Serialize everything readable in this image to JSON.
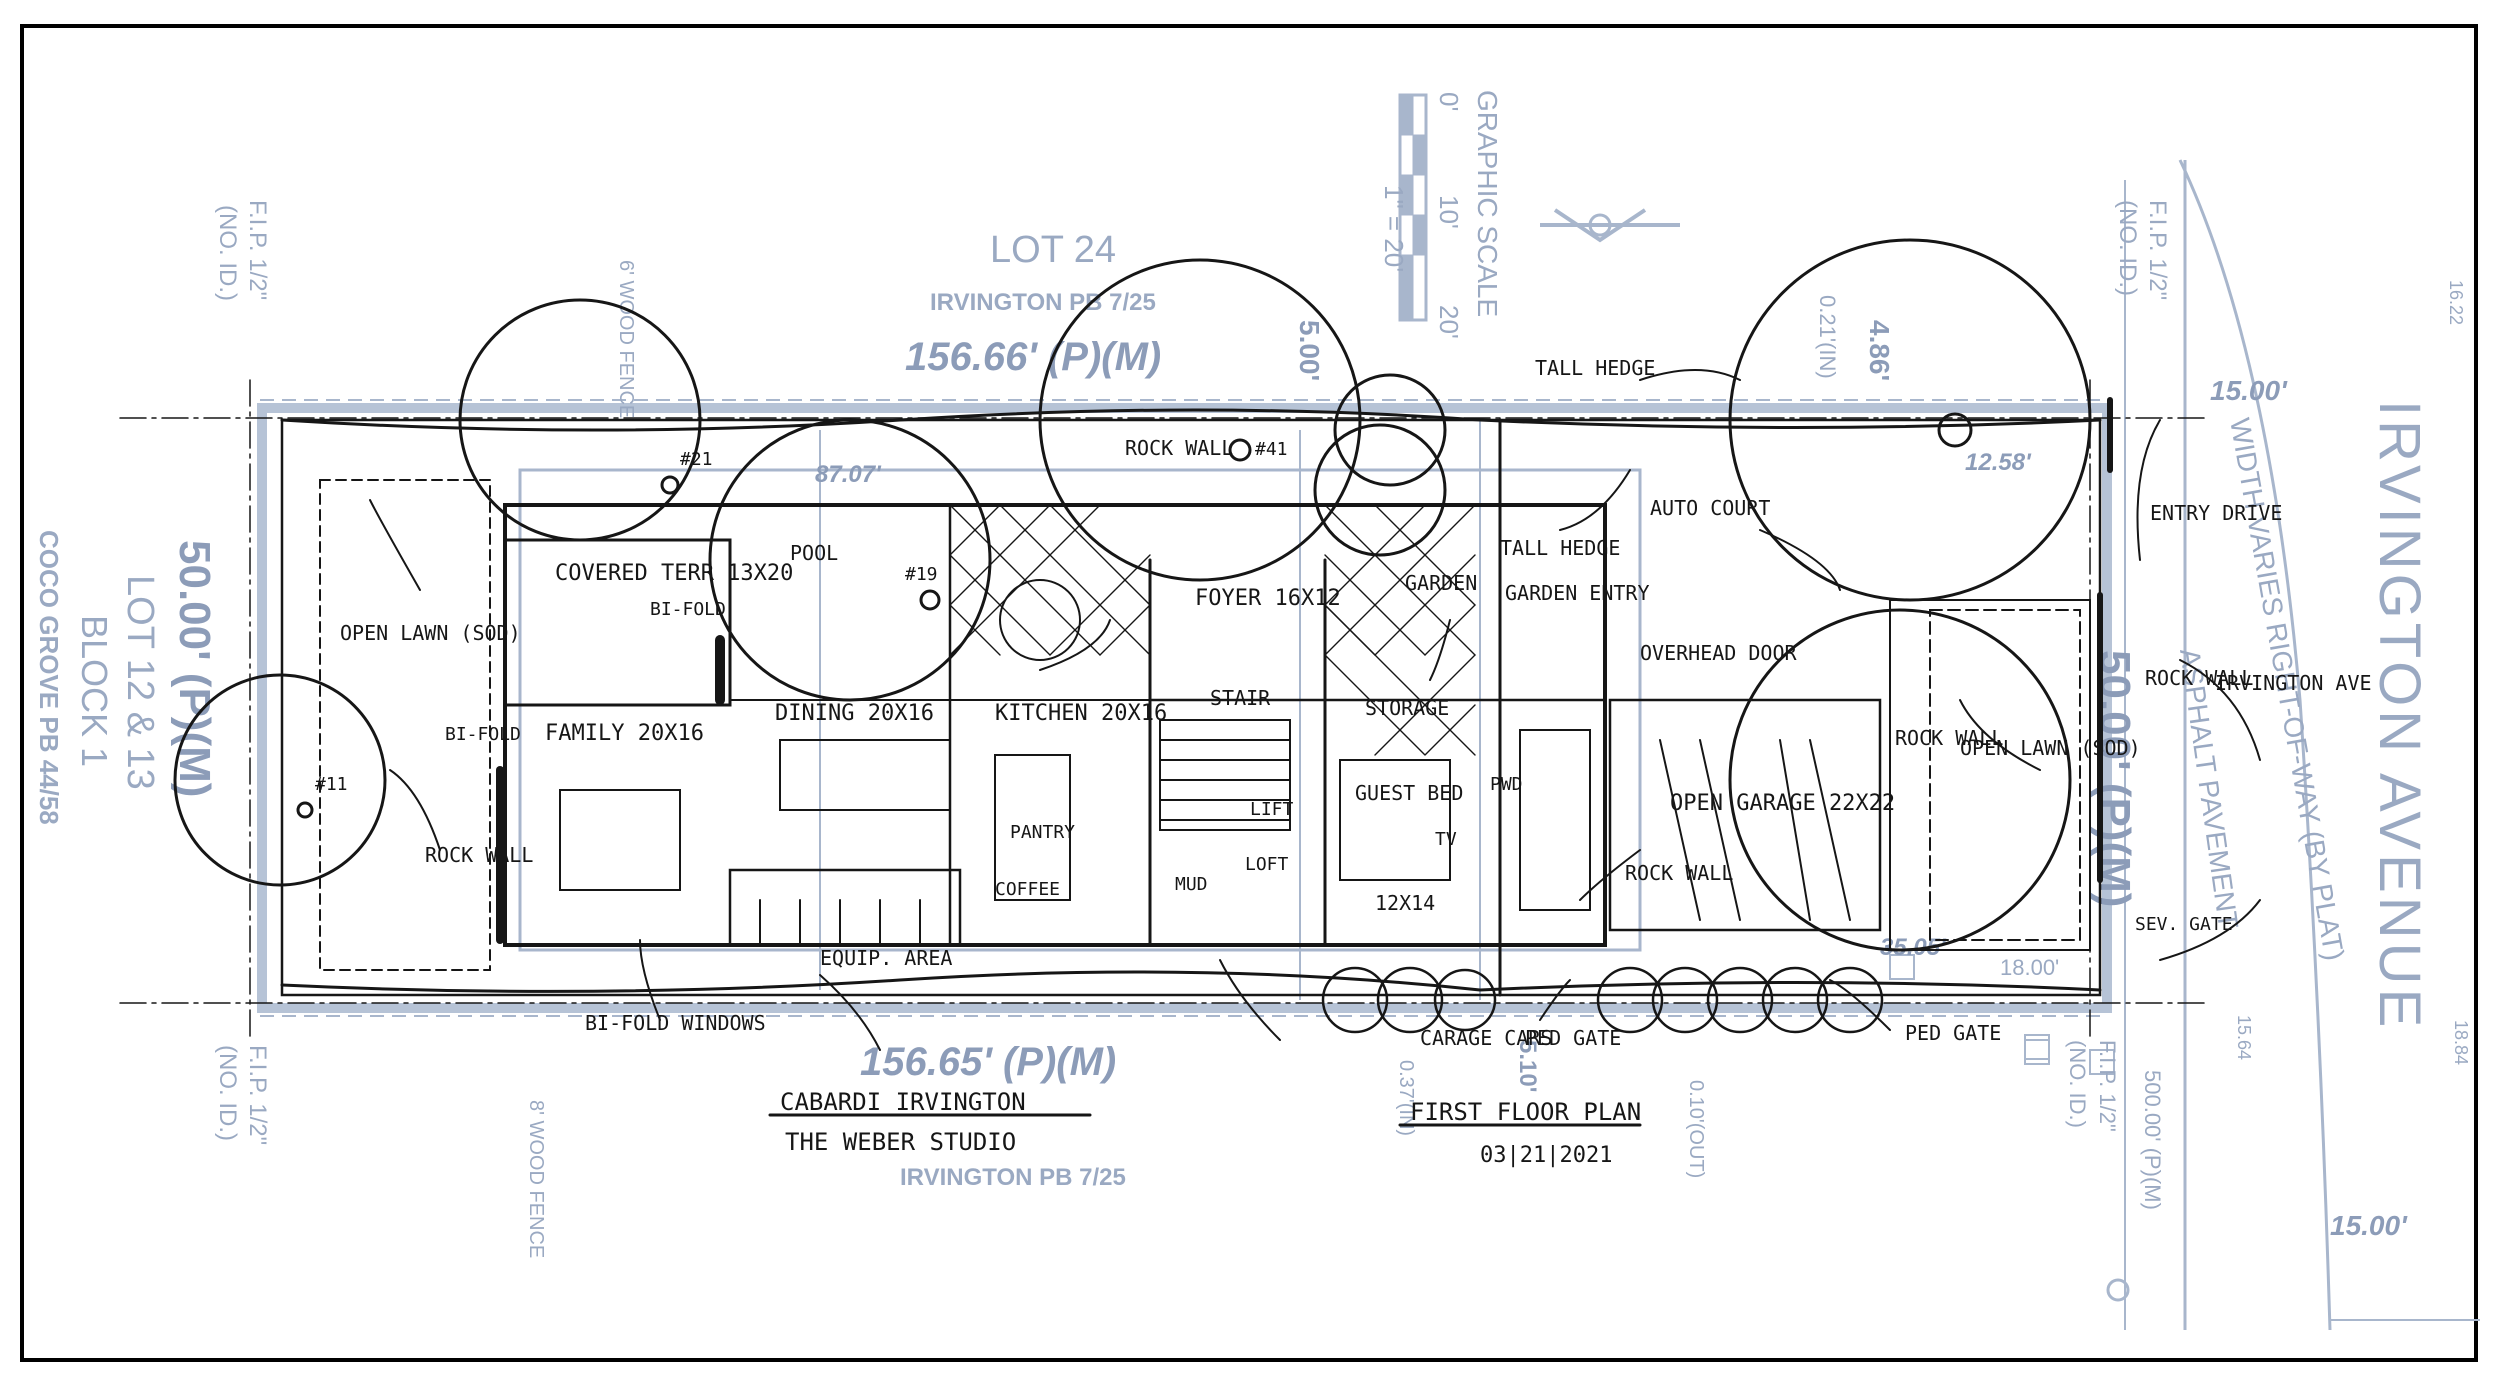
{
  "survey": {
    "lot_north": "LOT 24",
    "irvington_pb_north": "IRVINGTON PB 7/25",
    "irvington_pb_south": "IRVINGTON PB 7/25",
    "dim_north": "156.66' (P)(M)",
    "dim_south": "156.65' (P)(M)",
    "dim_west": "50.00' (P)(M)",
    "dim_east": "50.00' (P)(M)",
    "lot_west": "LOT 12 & 13",
    "block_west": "BLOCK 1",
    "coco_grove": "COCO GROVE PB 44/58",
    "graphic_scale": "GRAPHIC SCALE",
    "scale_ratio": "1\" = 20'",
    "scale_0": "0'",
    "scale_10": "10'",
    "scale_20": "20'",
    "fip_nw": "F.I.P. 1/2\"",
    "fip_nw_id": "(NO. ID.)",
    "fip_sw": "F.I.P. 1/2\"",
    "fip_sw_id": "(NO. ID.)",
    "fip_ne": "F.I.P. 1/2\"",
    "fip_ne_id": "(NO. ID.)",
    "fip_se": "F.I.P. 1/2\"",
    "fip_se_id": "(NO. ID.)",
    "fence_6": "6' WOOD FENCE",
    "fence_8": "8' WOOD FENCE",
    "street": "IRVINGTON AVENUE",
    "row_text": "WIDTH VARIES RIGHT-OF-WAY (BY PLAT)",
    "pavement_text": "ASPHALT PAVEMENT",
    "dim_15_top": "15.00'",
    "dim_15_bottom": "15.00'",
    "dim_500": "500.00' (P)(M)",
    "dim_486": "4.86'",
    "dim_500b": "5.00'",
    "dim_021": "0.21'(IN)",
    "dim_8707": "87.07'",
    "dim_1258": "12.58'",
    "dim_1622": "16.22",
    "dim_1884": "18.84",
    "dim_1564": "15.64",
    "dim_010": "0.10'(OUT)",
    "dim_037": "0.37'(IN)",
    "dim_510": "5.10'",
    "dim_1800": "18.00'",
    "dim_3505": "35.05'"
  },
  "sketch": {
    "title_line1": "CABARDI IRVINGTON",
    "title_line2": "THE WEBER STUDIO",
    "sheet_title": "FIRST FLOOR PLAN",
    "sheet_date": "03|21|2021",
    "labels": {
      "covered_terr": "COVERED TERR 13X20",
      "pool": "POOL",
      "open_lawn_west": "OPEN LAWN (SOD)",
      "bifold_1": "BI-FOLD",
      "bifold_2": "BI-FOLD",
      "family": "FAMILY 20X16",
      "dining": "DINING 20X16",
      "kitchen": "KITCHEN 20X16",
      "rock_wall_1": "ROCK WALL",
      "rock_wall_2": "ROCK WALL",
      "rock_wall_3": "ROCK WALL",
      "rock_wall_4": "ROCK WALL",
      "rock_wall_5": "ROCK WALL",
      "foyer": "FOYER 16X12",
      "garden": "GARDEN",
      "tall_hedge_1": "TALL HEDGE",
      "tall_hedge_2": "TALL HEDGE",
      "garden_entry": "GARDEN ENTRY",
      "auto_court": "AUTO COURT",
      "entry_drive": "ENTRY DRIVE",
      "garage": "OPEN GARAGE 22X22",
      "guest_bed": "GUEST BED",
      "pantry": "PANTRY",
      "coffee": "COFFEE",
      "mud": "MUD",
      "twelve": "12X14",
      "storage": "STORAGE",
      "equip_area": "EQUIP. AREA",
      "bifold_windows": "BI-FOLD WINDOWS",
      "stair": "STAIR",
      "carage_cars": "CARAGE CARS",
      "ped_gate_1": "PED GATE",
      "ped_gate_2": "PED GATE",
      "open_lawn_east": "OPEN LAWN (SOD)",
      "irvington_ave": "IRVINGTON AVE",
      "sev_gate": "SEV. GATE",
      "overhead_door": "OVERHEAD DOOR",
      "plus_21": "#21",
      "plus_19": "#19",
      "plus_11": "#11",
      "plus_41": "#41",
      "lift": "LIFT",
      "loft": "LOFT",
      "tv": "TV",
      "pwd": "PWD"
    }
  },
  "colors": {
    "survey_blue": "#9aa9c2",
    "ink": "#161616",
    "frame": "#000000"
  }
}
